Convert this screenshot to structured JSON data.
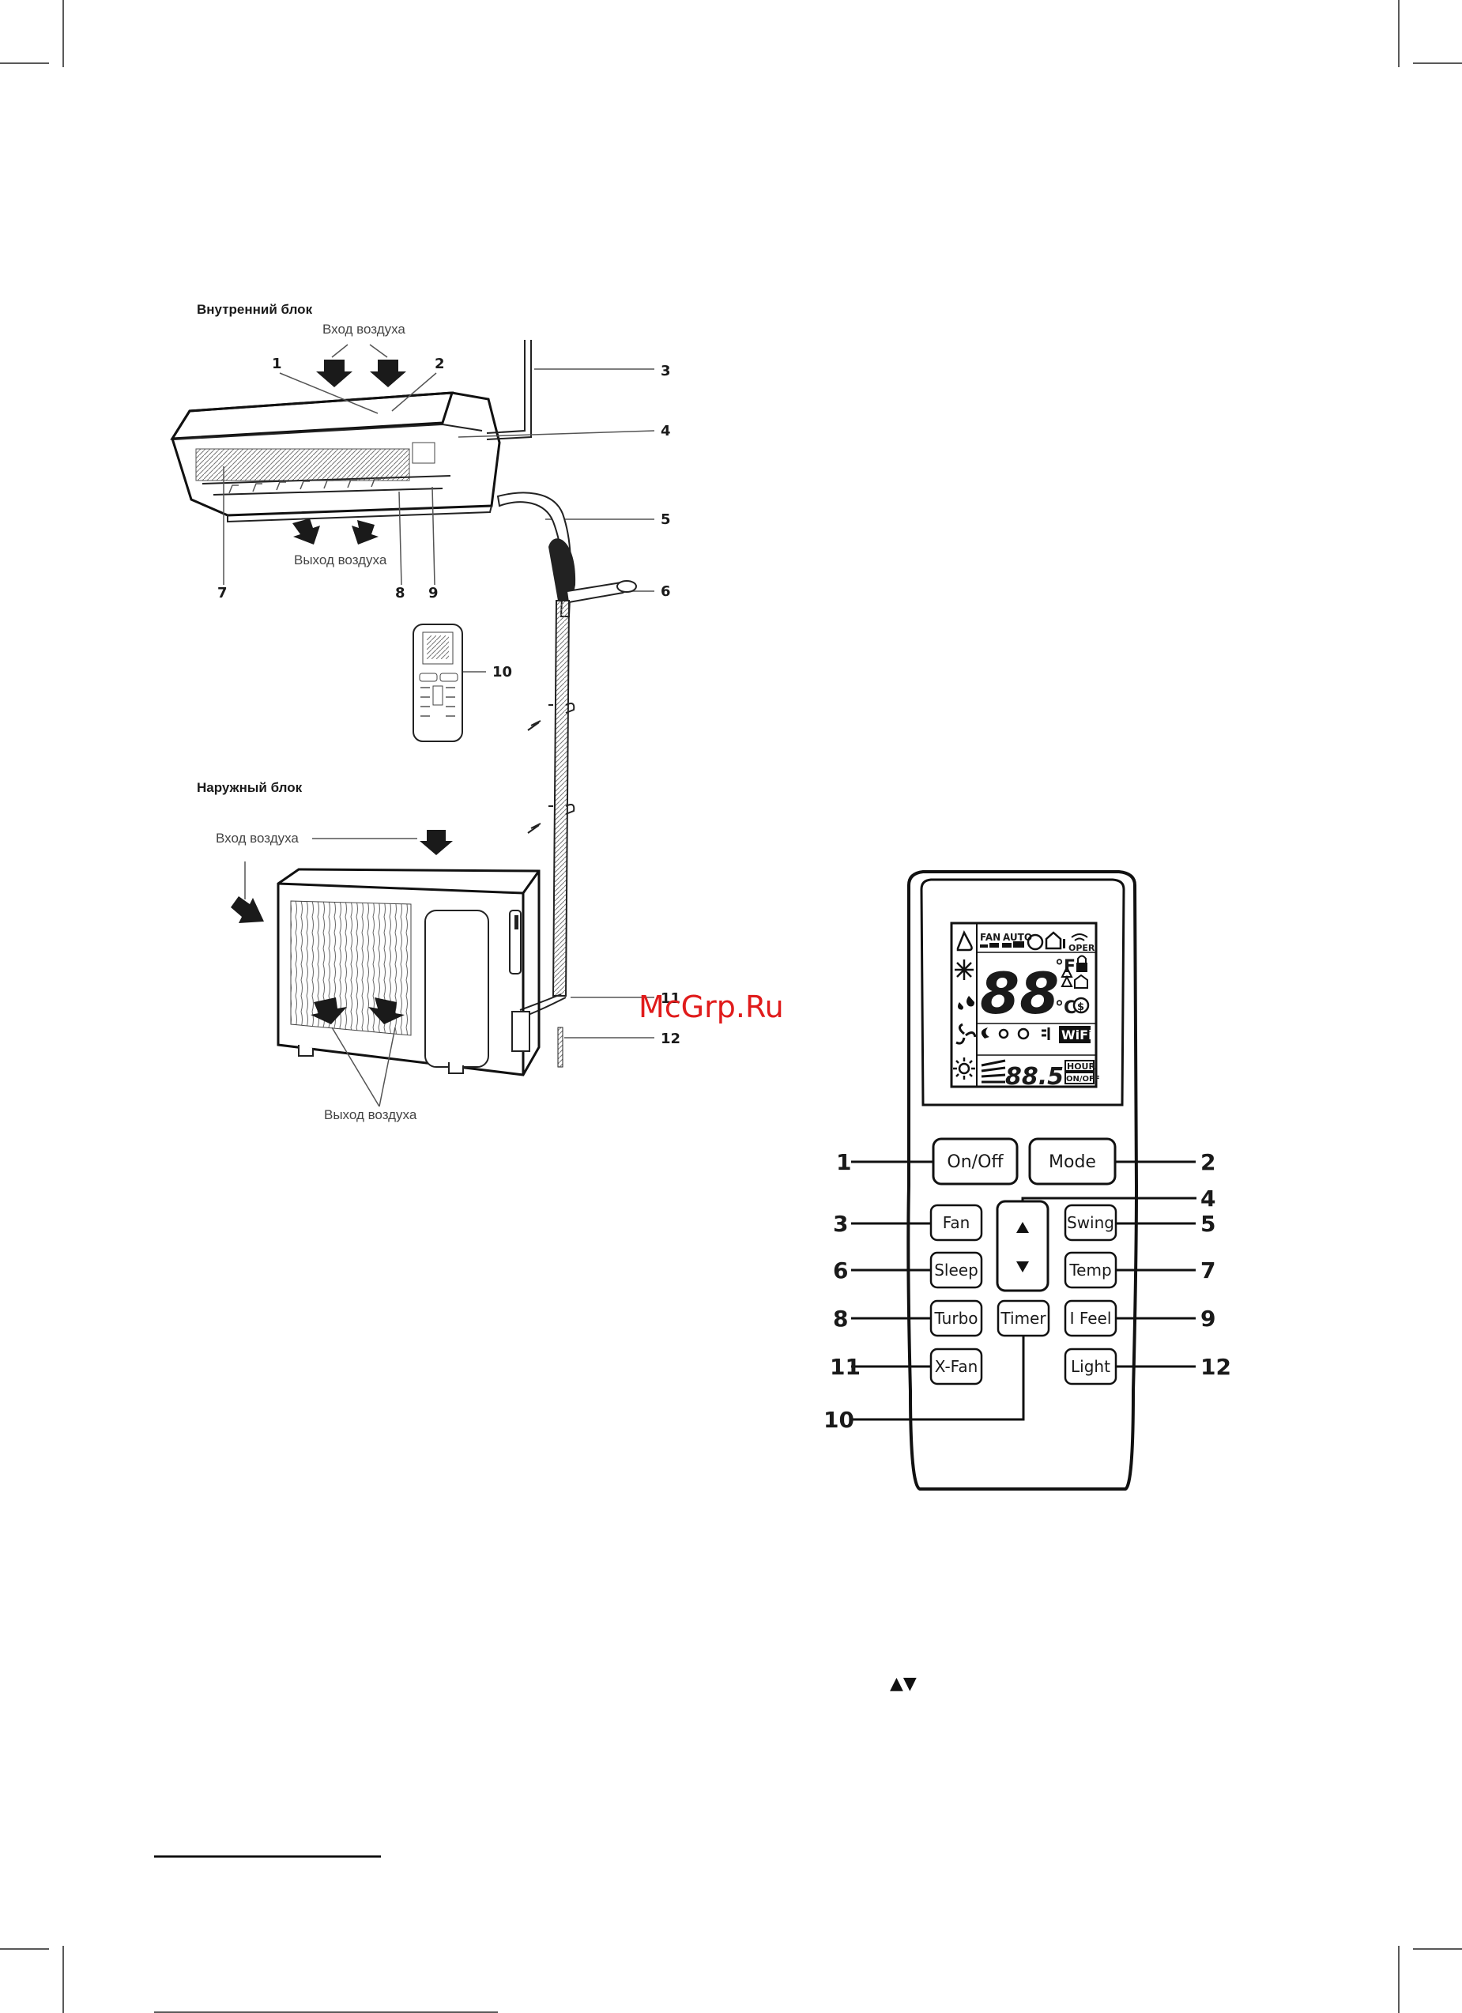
{
  "indoor": {
    "heading": "Внутренний блок",
    "air_in": "Вход воздуха",
    "air_out": "Выход воздуха",
    "callouts": [
      "1",
      "2",
      "3",
      "4",
      "5",
      "6",
      "7",
      "8",
      "9",
      "10"
    ]
  },
  "outdoor": {
    "heading": "Наружный блок",
    "air_in": "Вход воздуха",
    "air_out": "Выход воздуха",
    "callouts": [
      "11",
      "12"
    ]
  },
  "watermark": "McGrp.Ru",
  "remote": {
    "lcd": {
      "fan_label": "FAN",
      "auto_label": "AUTO",
      "oper_label": "OPER",
      "digits_main": "88",
      "unit_f": "°F",
      "unit_c": "°C",
      "wifi": "WiFi",
      "digits_small": "88.5",
      "hour": "HOUR",
      "onoff": "ON/OFF"
    },
    "buttons": {
      "on_off": "On/Off",
      "mode": "Mode",
      "fan": "Fan",
      "swing": "Swing",
      "sleep": "Sleep",
      "temp": "Temp",
      "turbo": "Turbo",
      "timer": "Timer",
      "i_feel": "I Feel",
      "x_fan": "X-Fan",
      "light": "Light"
    },
    "callouts": {
      "c1": "1",
      "c2": "2",
      "c3": "3",
      "c4": "4",
      "c5": "5",
      "c6": "6",
      "c7": "7",
      "c8": "8",
      "c9": "9",
      "c10": "10",
      "c11": "11",
      "c12": "12"
    }
  },
  "arrows_text": "▲▼",
  "icons": [
    "up-arrow-icon",
    "down-arrow-icon",
    "snowflake-icon",
    "drop-icon",
    "fan-icon",
    "sun-icon",
    "lock-icon",
    "wifi-icon"
  ]
}
